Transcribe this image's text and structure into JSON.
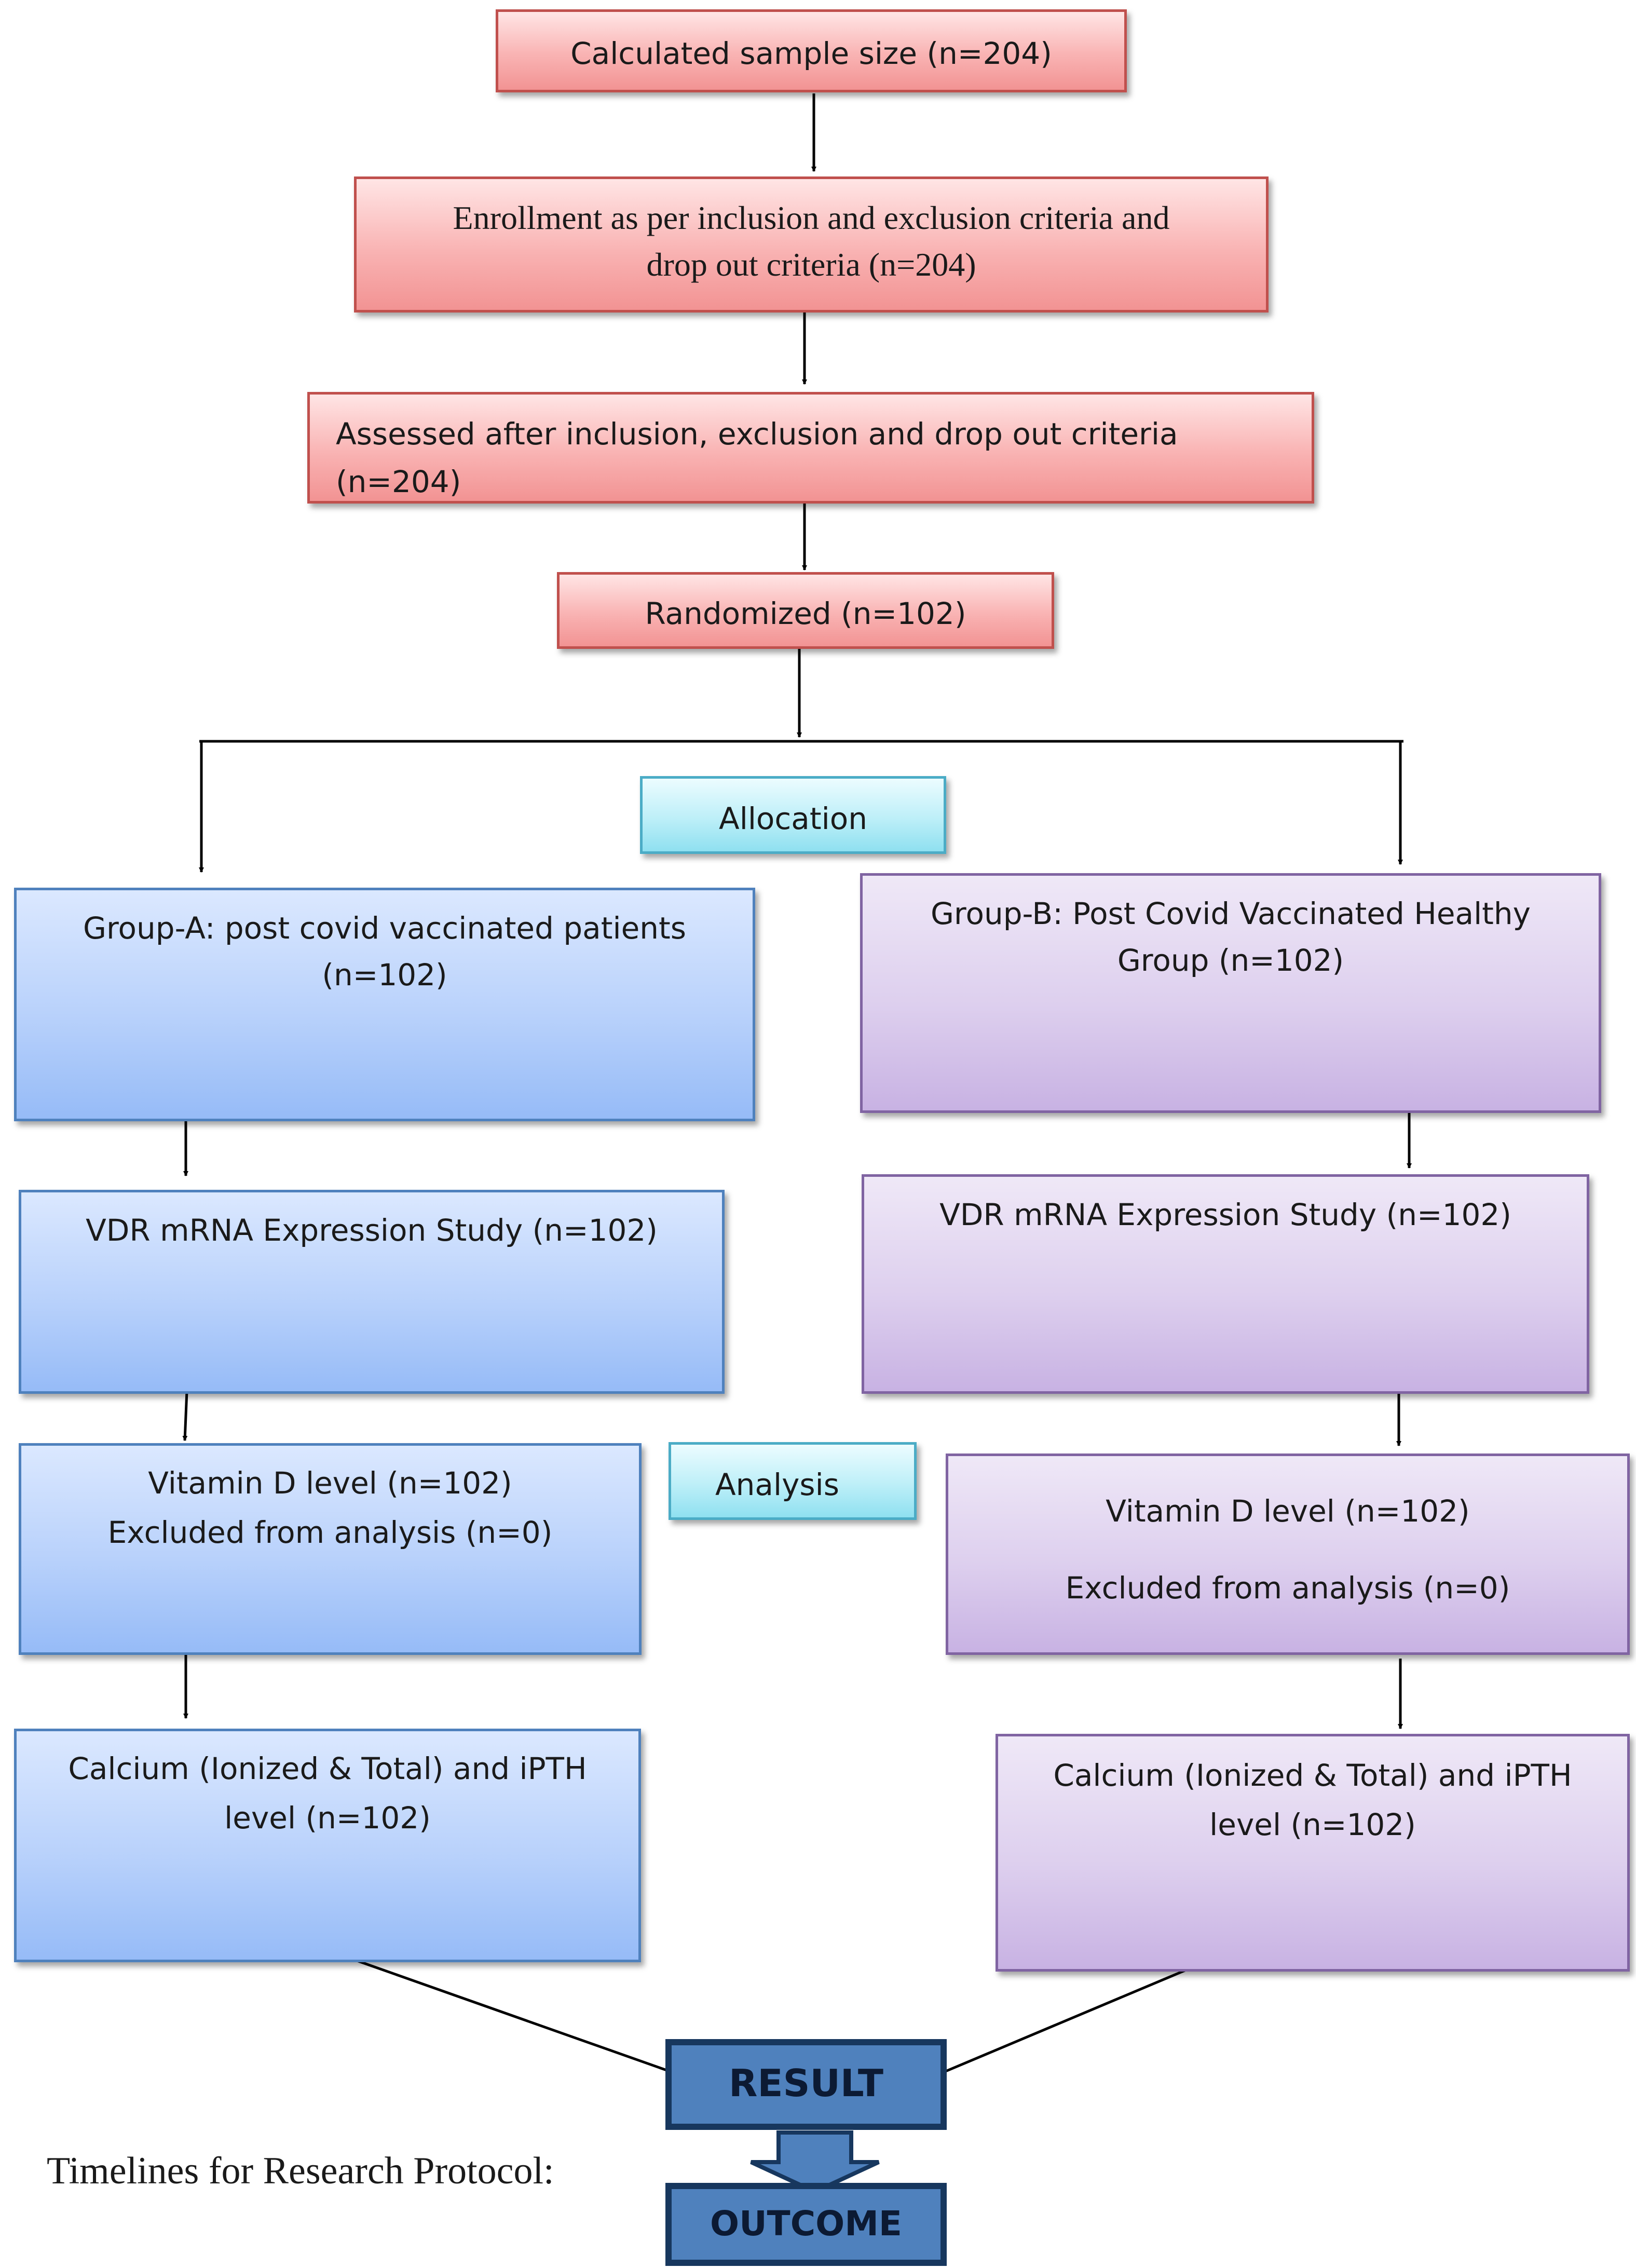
{
  "colors": {
    "red_border": "#c0504d",
    "cyan_border": "#4bacc6",
    "blue_border": "#4f81bd",
    "purple_border": "#8064a2",
    "result_fill": "#4f81bd",
    "result_border": "#17375e"
  },
  "flow": {
    "sample_size": "Calculated sample size (n=204)",
    "enrollment": {
      "line1": "Enrollment as per inclusion and exclusion criteria and",
      "line2": "drop out criteria (n=204)"
    },
    "assessed": {
      "line1": "Assessed after inclusion, exclusion and drop out criteria",
      "line2": "(n=204)"
    },
    "randomized": "Randomized (n=102)",
    "allocation": "Allocation",
    "analysis": "Analysis"
  },
  "group_a": {
    "header": {
      "line1": "Group-A: post covid vaccinated patients",
      "line2": "(n=102)"
    },
    "vdr": "VDR mRNA Expression Study (n=102)",
    "vitamin_d": {
      "line1": "Vitamin D level  (n=102)",
      "line2": "Excluded from analysis (n=0)"
    },
    "calcium": {
      "line1": "Calcium (Ionized & Total) and iPTH",
      "line2": "level (n=102)"
    }
  },
  "group_b": {
    "header": {
      "line1": "Group-B: Post Covid Vaccinated Healthy",
      "line2": "Group  (n=102)"
    },
    "vdr": "VDR mRNA Expression Study (n=102)",
    "vitamin_d": {
      "line1": "Vitamin D level  (n=102)",
      "line2": "Excluded from analysis (n=0)"
    },
    "calcium": {
      "line1": "Calcium (Ionized & Total) and iPTH",
      "line2": "level (n=102)"
    }
  },
  "result": "RESULT",
  "outcome": "OUTCOME",
  "caption": "Timelines for Research Protocol:"
}
